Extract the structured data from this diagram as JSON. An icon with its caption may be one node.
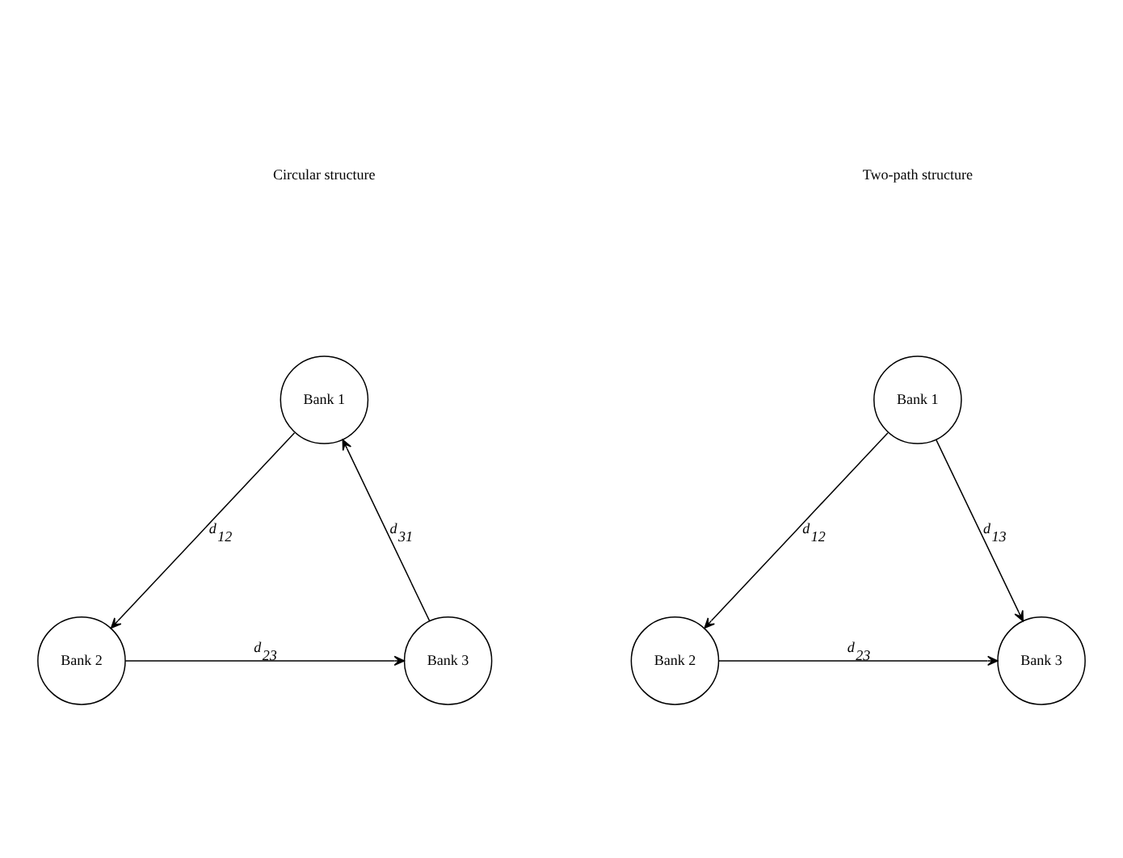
{
  "diagram": {
    "nodes": [
      {
        "text": [
          "Bank 1"
        ]
      },
      {
        "text": [
          "Bank 2"
        ]
      },
      {
        "text": [
          "Bank 3"
        ]
      },
      {
        "text": [
          "Bank 1"
        ]
      },
      {
        "text": [
          "Bank 2"
        ]
      },
      {
        "text": [
          "Bank 3"
        ]
      }
    ],
    "edges": [
      {
        "from": 0,
        "to": 1,
        "arrow": "to",
        "label": "d$_{12}$"
      },
      {
        "from": 1,
        "to": 2,
        "arrow": "to",
        "label": "d$_{23}$"
      },
      {
        "from": 2,
        "to": 0,
        "arrow": "to",
        "label": "d$_{31}$"
      },
      {
        "from": 3,
        "to": 4,
        "arrow": "to",
        "label": "d$_{12}$"
      },
      {
        "from": 3,
        "to": 5,
        "arrow": "to",
        "label": "d$_{13}$"
      },
      {
        "from": 4,
        "to": 5,
        "arrow": "to",
        "label": "d$_{23}$"
      }
    ],
    "labels": [
      "Circular structure",
      "Two-path structure"
    ]
  }
}
